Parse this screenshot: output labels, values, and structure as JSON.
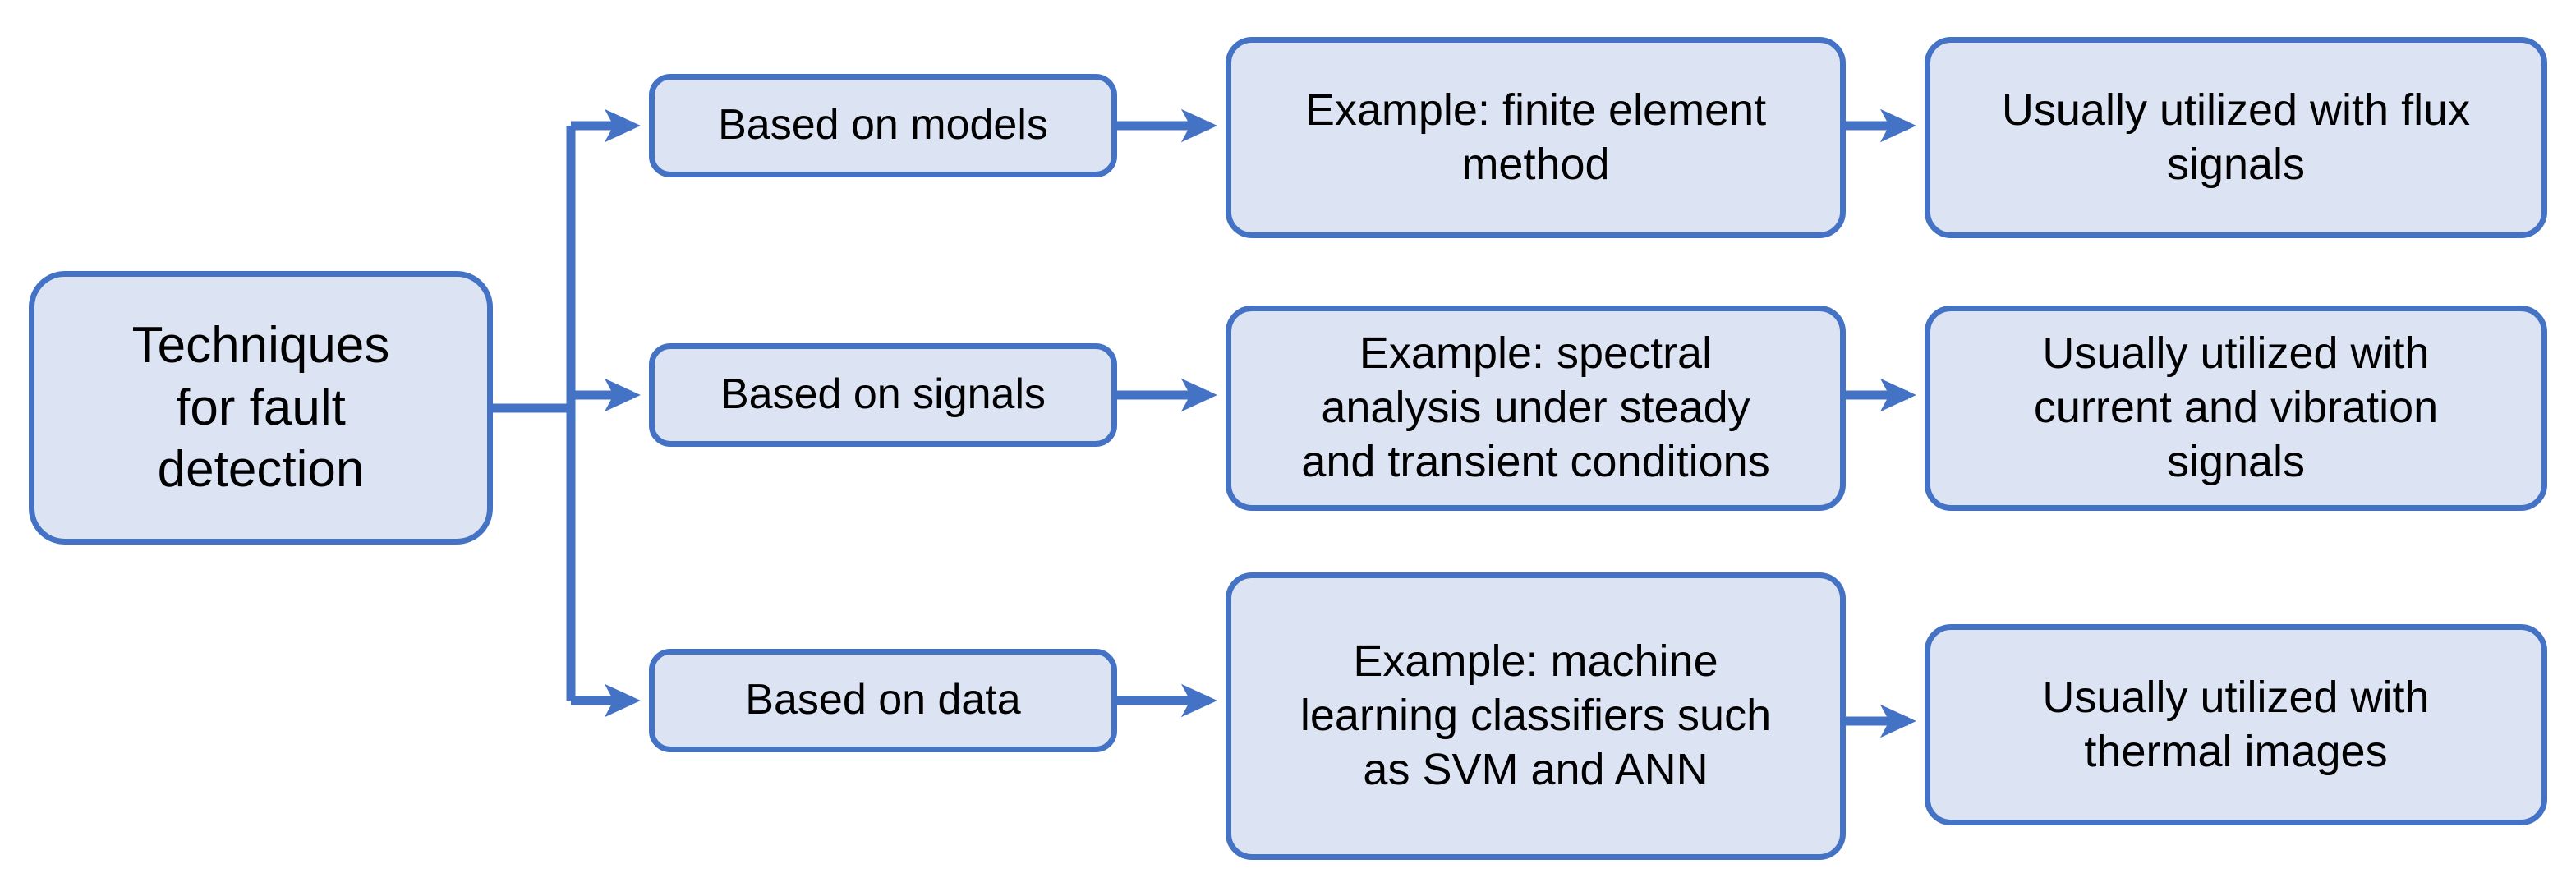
{
  "diagram": {
    "title_node": {
      "label": "Techniques\nfor fault\ndetection"
    },
    "branches": [
      {
        "category": "Based on models",
        "example": "Example: finite element\nmethod",
        "usage": "Usually utilized with flux\nsignals"
      },
      {
        "category": "Based on signals",
        "example": "Example: spectral\nanalysis under steady\nand transient conditions",
        "usage": "Usually utilized with\ncurrent and vibration\nsignals"
      },
      {
        "category": "Based on data",
        "example": "Example: machine\nlearning classifiers such\nas SVM and ANN",
        "usage": "Usually utilized with\nthermal images"
      }
    ],
    "colors": {
      "node_fill": "#dce3f3",
      "node_border": "#4472c4",
      "connector": "#4472c4",
      "text": "#000000",
      "background": "#ffffff"
    }
  }
}
